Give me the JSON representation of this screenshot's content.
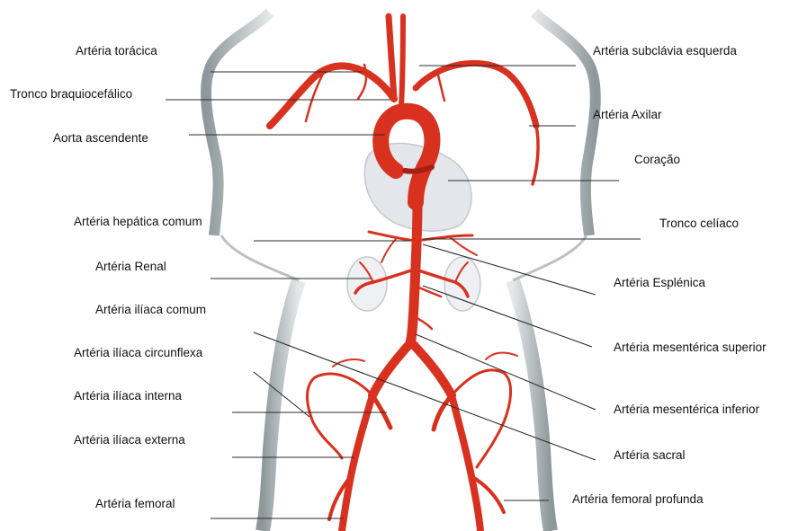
{
  "labels": {
    "arteria_toracica": "Artéria torácica",
    "tronco_braquiocefalico": "Tronco braquiocefálico",
    "aorta_ascendente": "Aorta ascendente",
    "arteria_hepatica_comum": "Artéria hepática comum",
    "arteria_renal": "Artéria Renal",
    "arteria_iliaca_comum": "Artéria ilíaca comum",
    "arteria_iliaca_circunflexa": "Artéria ilíaca circunflexa",
    "arteria_iliaca_interna": "Artéria ilíaca interna",
    "arteria_iliaca_externa": "Artéria ilíaca externa",
    "arteria_femoral": "Artéria femoral",
    "arteria_subclavia_esquerda": "Artéria subclávia esquerda",
    "arteria_axilar": "Artéria Axilar",
    "coracao": "Coração",
    "tronco_celiaco": "Tronco celíaco",
    "arteria_esplenica": "Artéria Esplénica",
    "arteria_mesenterica_superior": "Artéria mesentérica superior",
    "arteria_mesenterica_inferior": "Artéria mesentérica inferior",
    "arteria_sacral": "Artéria sacral",
    "arteria_femoral_profunda": "Artéria femoral profunda"
  },
  "colors": {
    "artery": "#d9311f",
    "artery_dark": "#a81e12",
    "body_outline": "#9aa3a6",
    "body_shadow": "#c9cfd1",
    "organ": "#e3e6ea",
    "leader_line": "#2b2b2b"
  }
}
